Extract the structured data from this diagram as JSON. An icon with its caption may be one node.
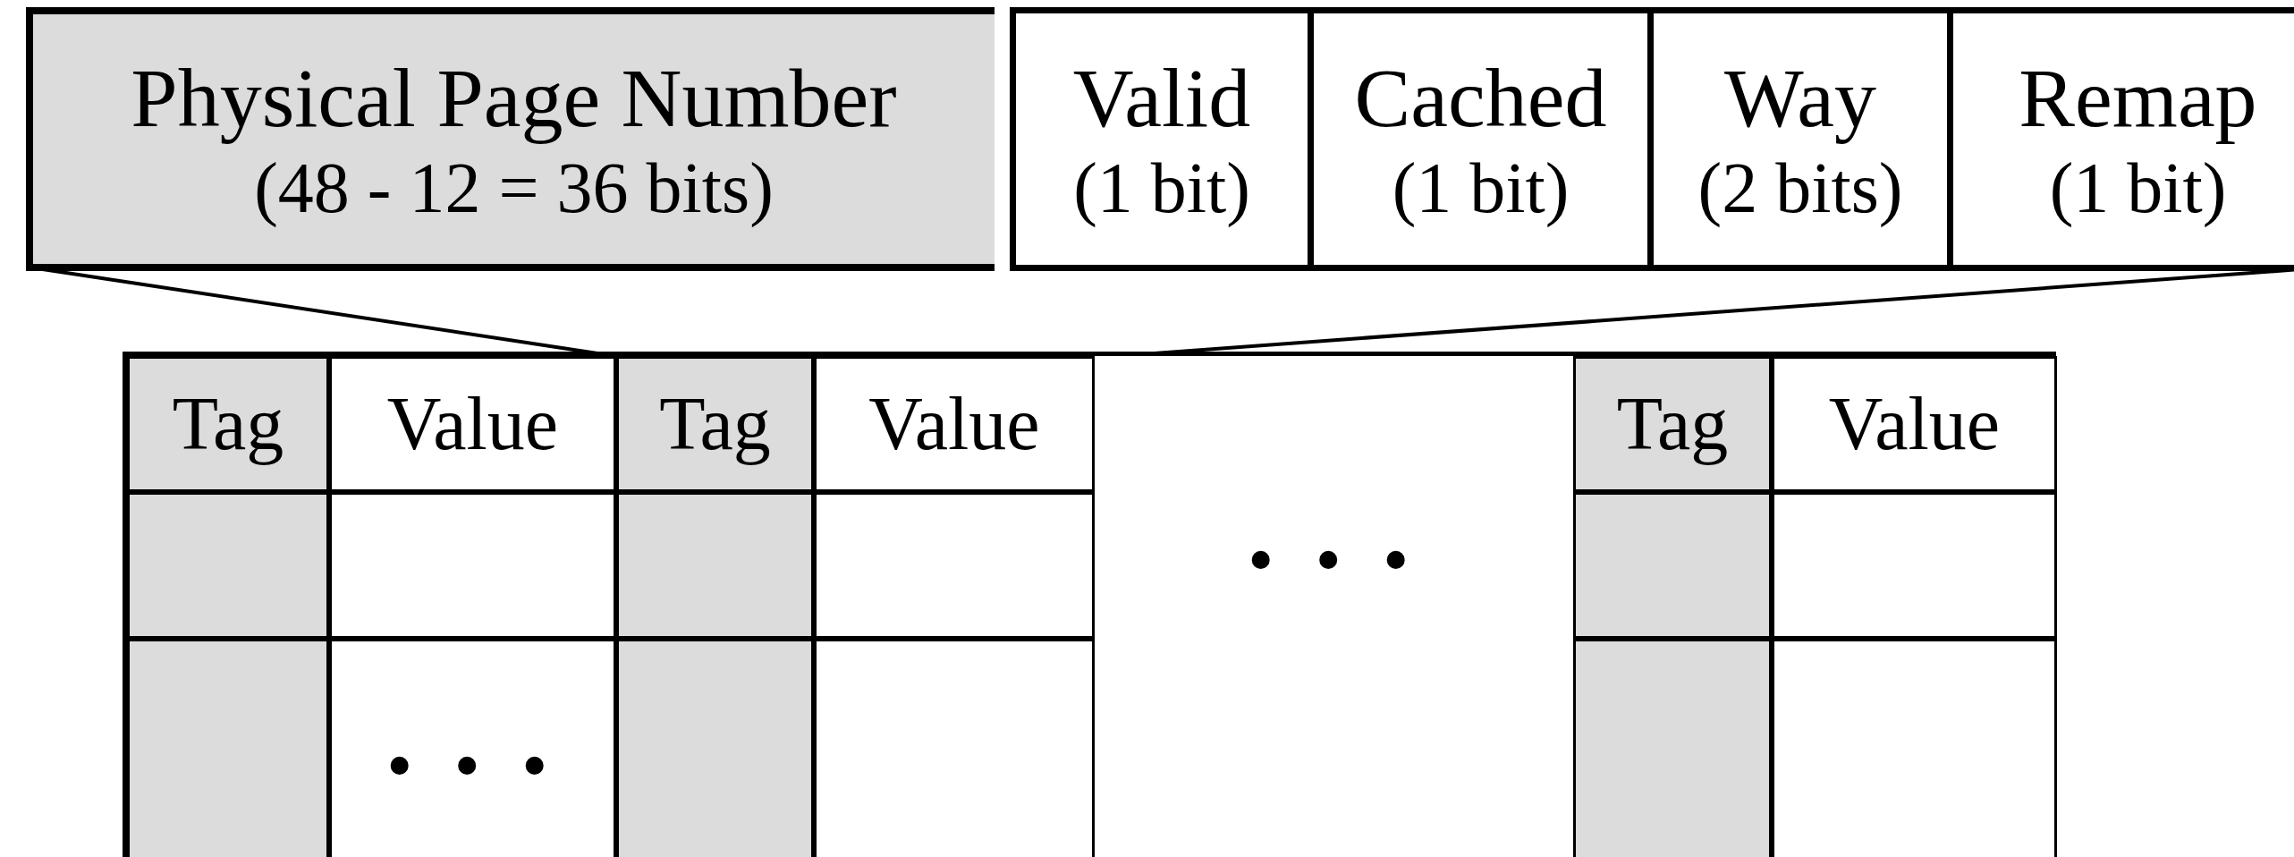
{
  "diagram": {
    "nodes": [
      {
        "text": [
          "Physical Page Number",
          "(48 - 12 = 36 bits)"
        ]
      },
      {
        "text": [],
        "shape": "box"
      },
      {
        "text": [
          "Valid",
          "(1 bit)"
        ],
        "in": 1
      },
      {
        "text": [
          "Cached",
          "(1 bit)"
        ],
        "in": 1
      },
      {
        "text": [
          "Way",
          "(2 bits)"
        ],
        "in": 1
      },
      {
        "text": [
          "Remap",
          "(1 bit)"
        ],
        "in": 1
      },
      {
        "text": [],
        "shape": "box"
      },
      {
        "text": [
          "Tag",
          "Value",
          "• • •"
        ],
        "in": 6
      },
      {
        "text": [
          "Tag",
          "Value"
        ],
        "in": 6
      },
      {
        "text": [
          "Tag",
          "Value"
        ],
        "in": 6
      }
    ],
    "edges": [
      {
        "from": 0,
        "to": 8,
        "arrow": "none"
      },
      {
        "from": 1,
        "to": 8,
        "arrow": "none"
      }
    ],
    "labels": [
      "• • •"
    ]
  }
}
